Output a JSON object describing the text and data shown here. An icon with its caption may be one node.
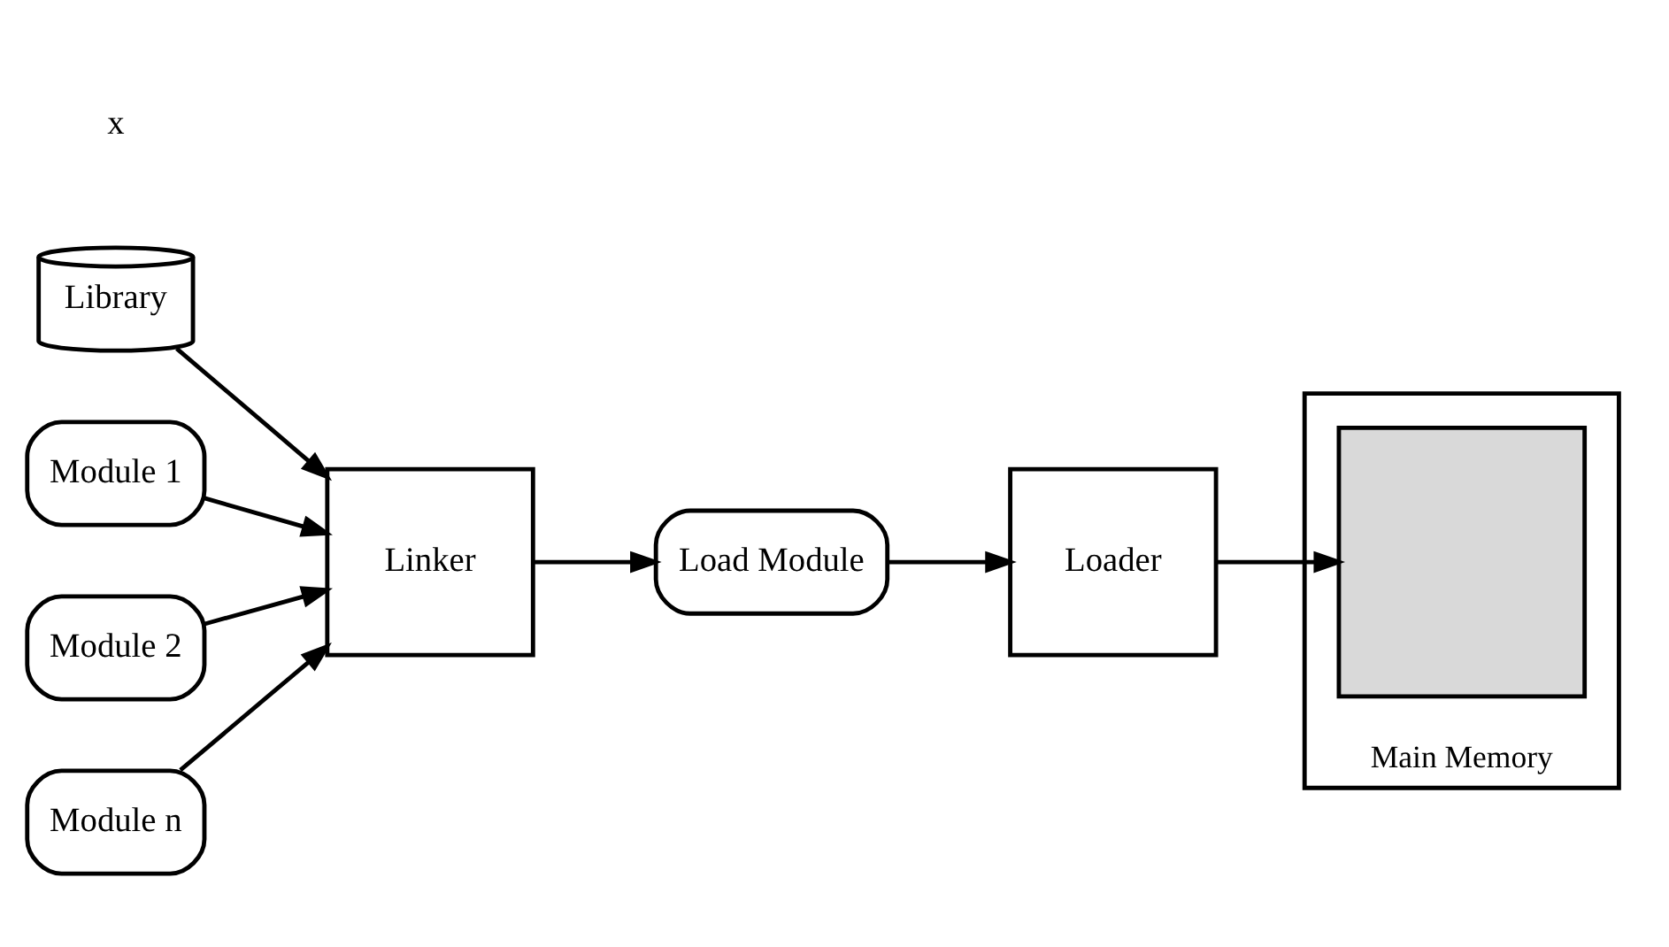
{
  "diagram": {
    "nodes": [
      {
        "text": [
          "Library"
        ]
      },
      {
        "text": [
          "Module 1"
        ]
      },
      {
        "text": [
          "Module 2"
        ]
      },
      {
        "text": [
          "Module n"
        ]
      },
      {
        "text": [
          "Linker"
        ]
      },
      {
        "text": [
          "Load Module"
        ]
      },
      {
        "text": [
          "Loader"
        ]
      },
      {
        "text": [
          "Main Memory"
        ]
      },
      {
        "text": [],
        "shape": "box",
        "in": 7
      }
    ],
    "edges": [
      {
        "from": 0,
        "to": 4,
        "arrow": "to"
      },
      {
        "from": 1,
        "to": 4,
        "arrow": "to"
      },
      {
        "from": 2,
        "to": 4,
        "arrow": "to"
      },
      {
        "from": 3,
        "to": 4,
        "arrow": "to"
      },
      {
        "from": 4,
        "to": 5,
        "arrow": "to"
      },
      {
        "from": 5,
        "to": 6,
        "arrow": "to"
      },
      {
        "from": 6,
        "to": 8,
        "arrow": "to"
      }
    ],
    "labels": [
      "x"
    ]
  }
}
